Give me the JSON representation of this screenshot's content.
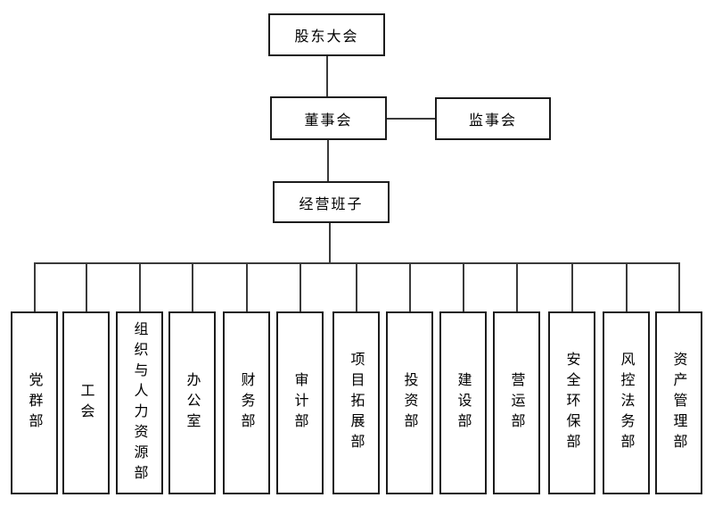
{
  "nodes": {
    "shareholders": "股东大会",
    "board": "董事会",
    "supervisory": "监事会",
    "management": "经营班子"
  },
  "departments": [
    "党群部",
    "工会",
    "组织与人力资源部",
    "办公室",
    "财务部",
    "审计部",
    "项目拓展部",
    "投资部",
    "建设部",
    "营运部",
    "安全环保部",
    "风控法务部",
    "资产管理部"
  ],
  "colors": {
    "line": "#3a3a3a",
    "border": "#1c1c1c",
    "background": "#ffffff",
    "text": "#000000"
  }
}
